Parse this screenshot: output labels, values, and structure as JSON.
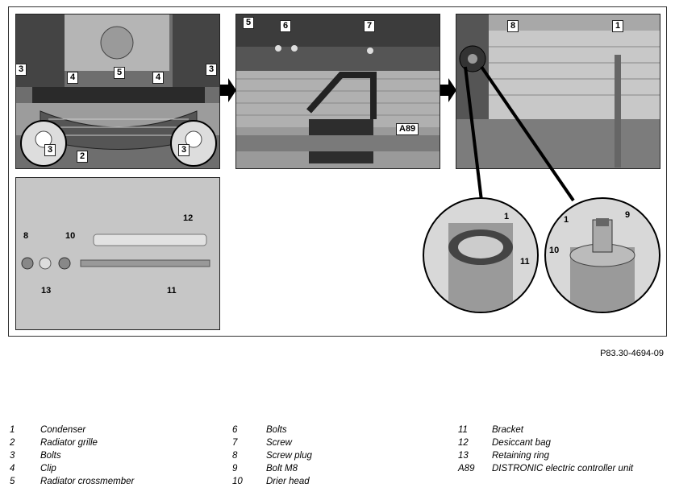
{
  "figure_code": "P83.30-4694-09",
  "panel1_labels": [
    "3",
    "4",
    "5",
    "4",
    "3",
    "3",
    "3",
    "2"
  ],
  "panel2_labels": [
    "5",
    "6",
    "7",
    "A89"
  ],
  "panel3_labels": [
    "8",
    "1"
  ],
  "panel4_labels": [
    "8",
    "10",
    "12",
    "13",
    "11"
  ],
  "zoom1_labels": [
    "1",
    "11"
  ],
  "zoom2_labels": [
    "1",
    "9",
    "10"
  ],
  "legend": [
    {
      "num": "1",
      "text": "Condenser"
    },
    {
      "num": "2",
      "text": "Radiator grille"
    },
    {
      "num": "3",
      "text": "Bolts"
    },
    {
      "num": "4",
      "text": "Clip"
    },
    {
      "num": "5",
      "text": "Radiator crossmember"
    },
    {
      "num": "6",
      "text": "Bolts"
    },
    {
      "num": "7",
      "text": "Screw"
    },
    {
      "num": "8",
      "text": "Screw plug"
    },
    {
      "num": "9",
      "text": "Bolt M8"
    },
    {
      "num": "10",
      "text": "Drier head"
    },
    {
      "num": "11",
      "text": "Bracket"
    },
    {
      "num": "12",
      "text": "Desiccant bag"
    },
    {
      "num": "13",
      "text": "Retaining ring"
    },
    {
      "num": "A89",
      "text": "DISTRONIC electric controller unit"
    }
  ]
}
